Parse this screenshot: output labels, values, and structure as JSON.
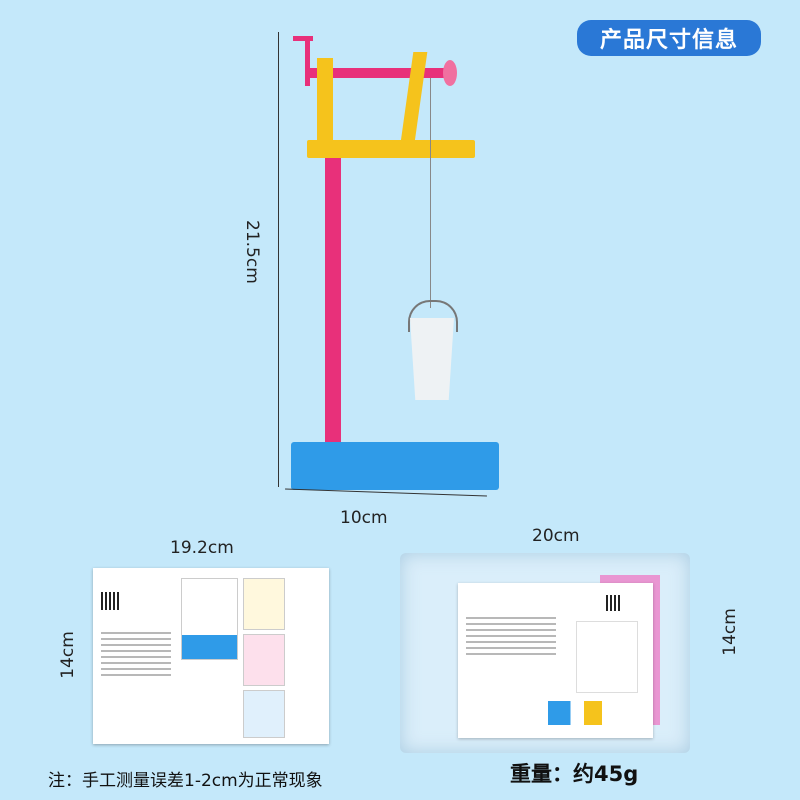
{
  "badge": {
    "label": "产品尺寸信息",
    "color": "#2a78d6"
  },
  "model_dimensions": {
    "height": "21.5cm",
    "width": "10cm"
  },
  "manual_card": {
    "width": "19.2cm",
    "height": "14cm"
  },
  "package": {
    "width": "20cm",
    "height": "14cm",
    "weight": "重量：约45g"
  },
  "note": "注：手工测量误差1-2cm为正常现象",
  "colors": {
    "background": "#c4e8fa",
    "pole": "#e8307a",
    "base": "#2f9be8",
    "crossbar": "#f5c31c"
  }
}
